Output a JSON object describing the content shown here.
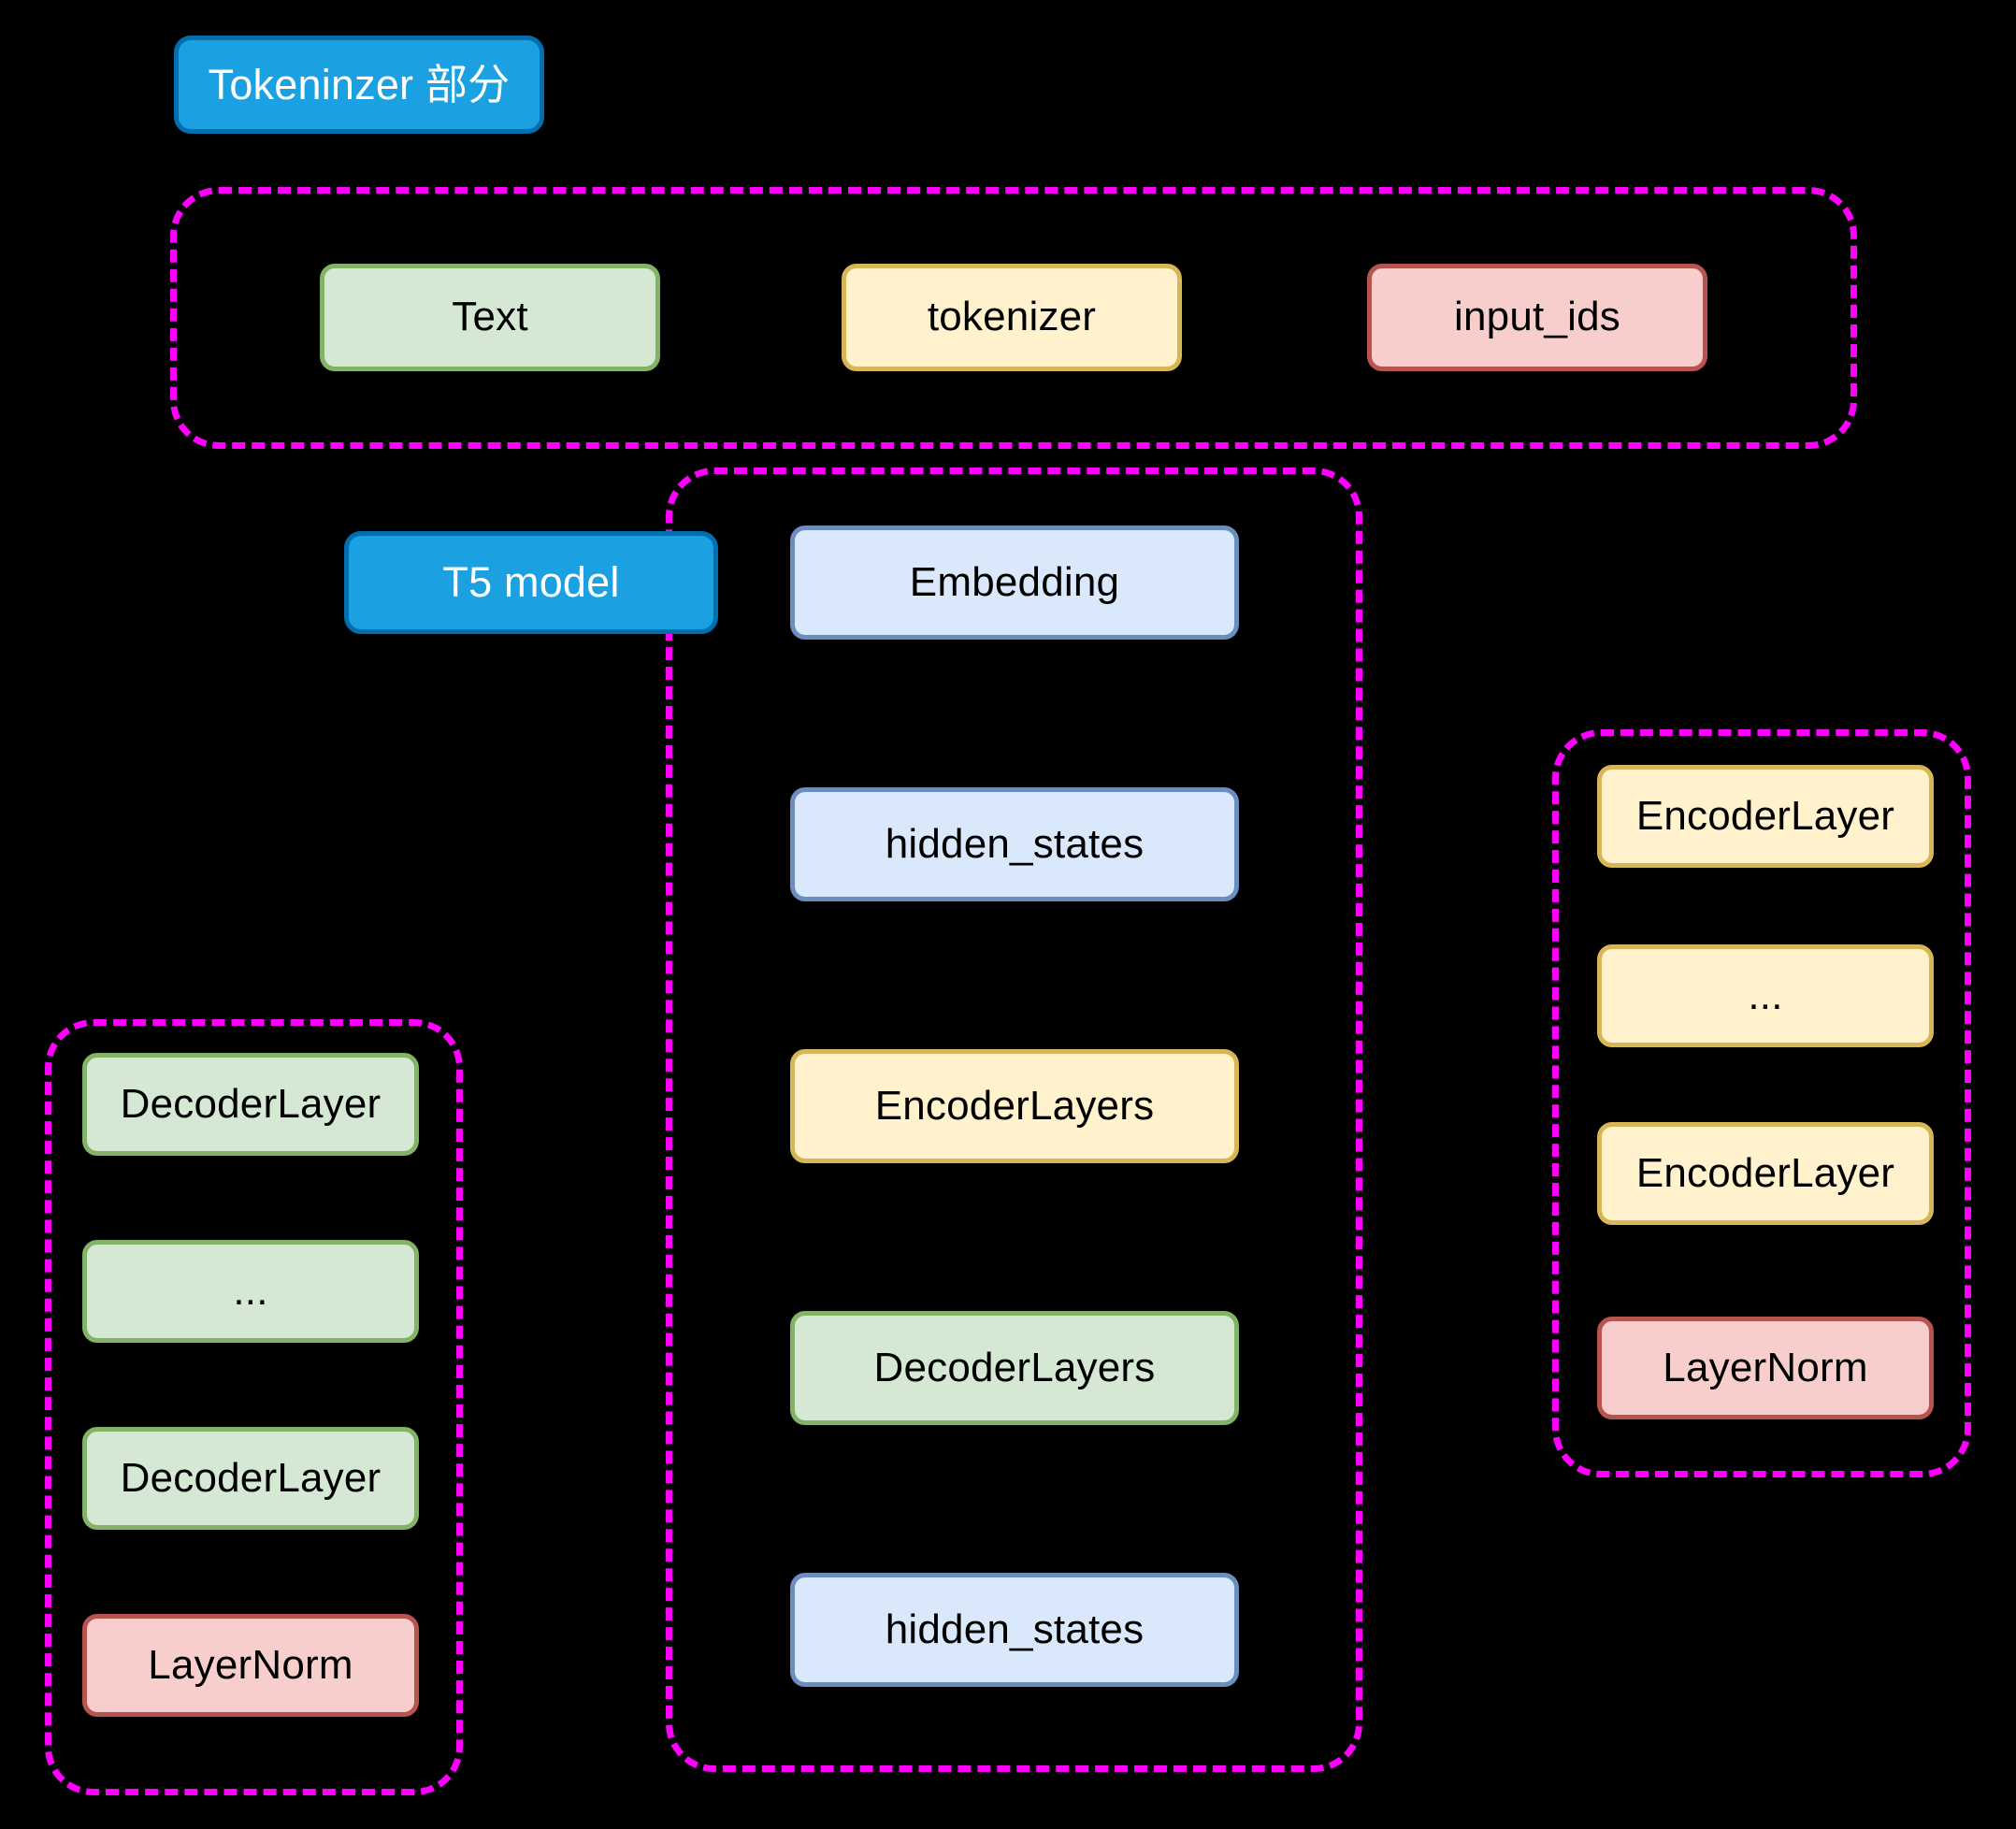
{
  "diagram": {
    "title_label": "Tokeninzer 部分",
    "model_label": "T5 model",
    "colors": {
      "background": "#000000",
      "group_border": "#ff00ff",
      "blue_solid_fill": "#1ba1e2",
      "blue_solid_border": "#006eaf",
      "green_fill": "#d5e8d4",
      "green_border": "#82b366",
      "yellow_fill": "#fff2cc",
      "yellow_border": "#d6b656",
      "red_fill": "#f8cecc",
      "red_border": "#b85450",
      "lightblue_fill": "#dae8fc",
      "lightblue_border": "#6c8ebf"
    },
    "tokenizer_group": {
      "nodes": [
        {
          "label": "Text",
          "theme": "green"
        },
        {
          "label": "tokenizer",
          "theme": "yellow"
        },
        {
          "label": "input_ids",
          "theme": "red"
        }
      ]
    },
    "t5_group": {
      "nodes": [
        {
          "label": "Embedding",
          "theme": "lightblue"
        },
        {
          "label": "hidden_states",
          "theme": "lightblue"
        },
        {
          "label": "EncoderLayers",
          "theme": "yellow"
        },
        {
          "label": "DecoderLayers",
          "theme": "green"
        },
        {
          "label": "hidden_states",
          "theme": "lightblue"
        }
      ]
    },
    "decoder_stack_group": {
      "nodes": [
        {
          "label": "DecoderLayer",
          "theme": "green"
        },
        {
          "label": "...",
          "theme": "green"
        },
        {
          "label": "DecoderLayer",
          "theme": "green"
        },
        {
          "label": "LayerNorm",
          "theme": "red"
        }
      ]
    },
    "encoder_stack_group": {
      "nodes": [
        {
          "label": "EncoderLayer",
          "theme": "yellow"
        },
        {
          "label": "...",
          "theme": "yellow"
        },
        {
          "label": "EncoderLayer",
          "theme": "yellow"
        },
        {
          "label": "LayerNorm",
          "theme": "red"
        }
      ]
    }
  }
}
